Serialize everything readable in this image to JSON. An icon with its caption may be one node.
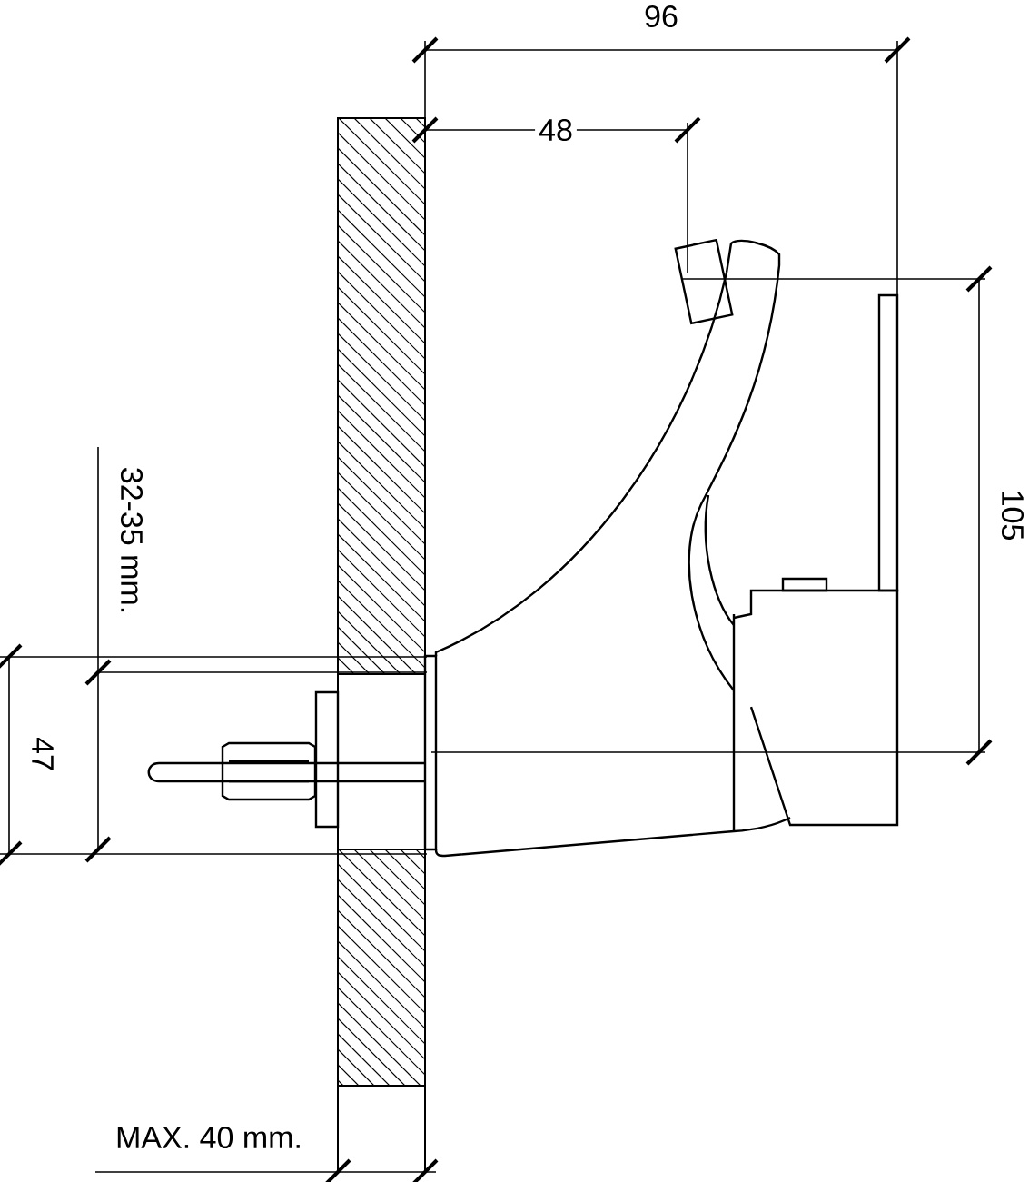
{
  "diagram": {
    "labels": [
      "96",
      "48",
      "105",
      "32-35 mm.",
      "47",
      "MAX. 40 mm."
    ]
  }
}
